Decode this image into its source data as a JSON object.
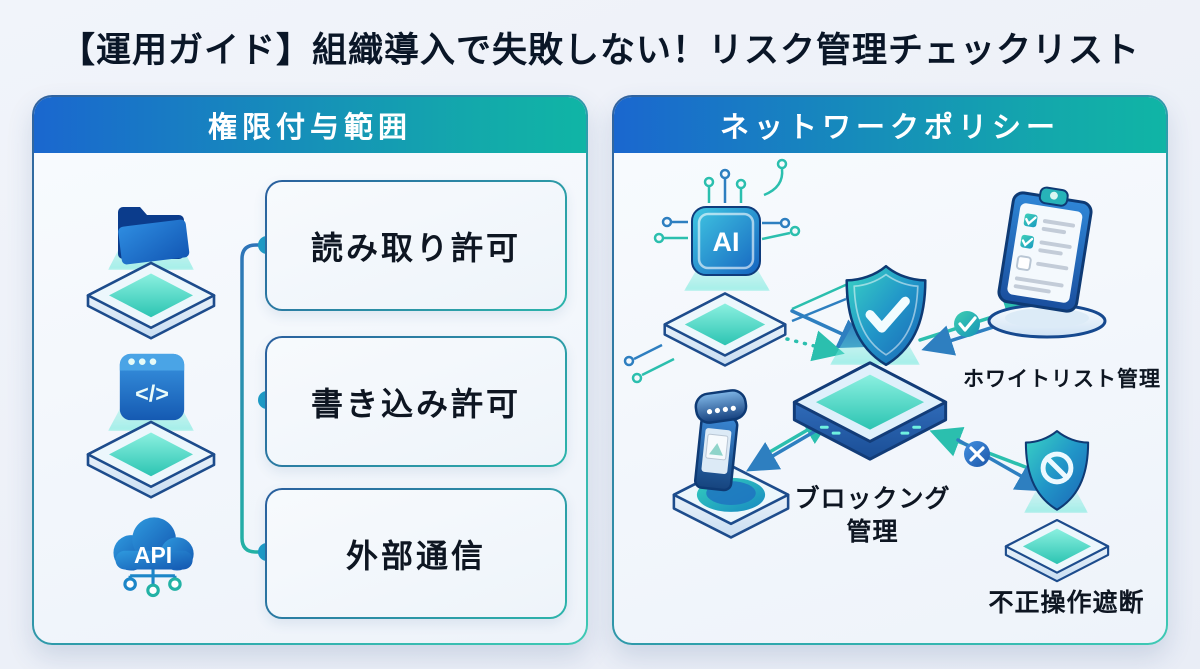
{
  "title": "【運用ガイド】組織導入で失敗しない！リスク管理チェックリスト",
  "colors": {
    "header_gradient_start": "#1a67cf",
    "header_gradient_end": "#10b5a5",
    "panel_border_blue": "#2a5f9e",
    "panel_border_teal": "#2cb5ab",
    "arrow_teal": "#2bbfae",
    "arrow_blue": "#2e7fc0",
    "platform_teal": "#2cc4b2",
    "text_dark": "#0e1622",
    "background": "#edf1f8"
  },
  "left_panel": {
    "header": "権限付与範囲",
    "items": [
      {
        "icon": "folder-icon",
        "label": "読み取り許可"
      },
      {
        "icon": "code-window-icon",
        "label": "書き込み許可",
        "glyph": "</>"
      },
      {
        "icon": "api-cloud-icon",
        "label": "外部通信",
        "glyph": "API"
      }
    ]
  },
  "right_panel": {
    "header": "ネットワークポリシー",
    "ai_chip_label": "AI",
    "labels": {
      "whitelist": "ホワイトリスト管理",
      "blocking": "ブロックング\n管理",
      "block_ops": "不正操作遮断"
    }
  }
}
